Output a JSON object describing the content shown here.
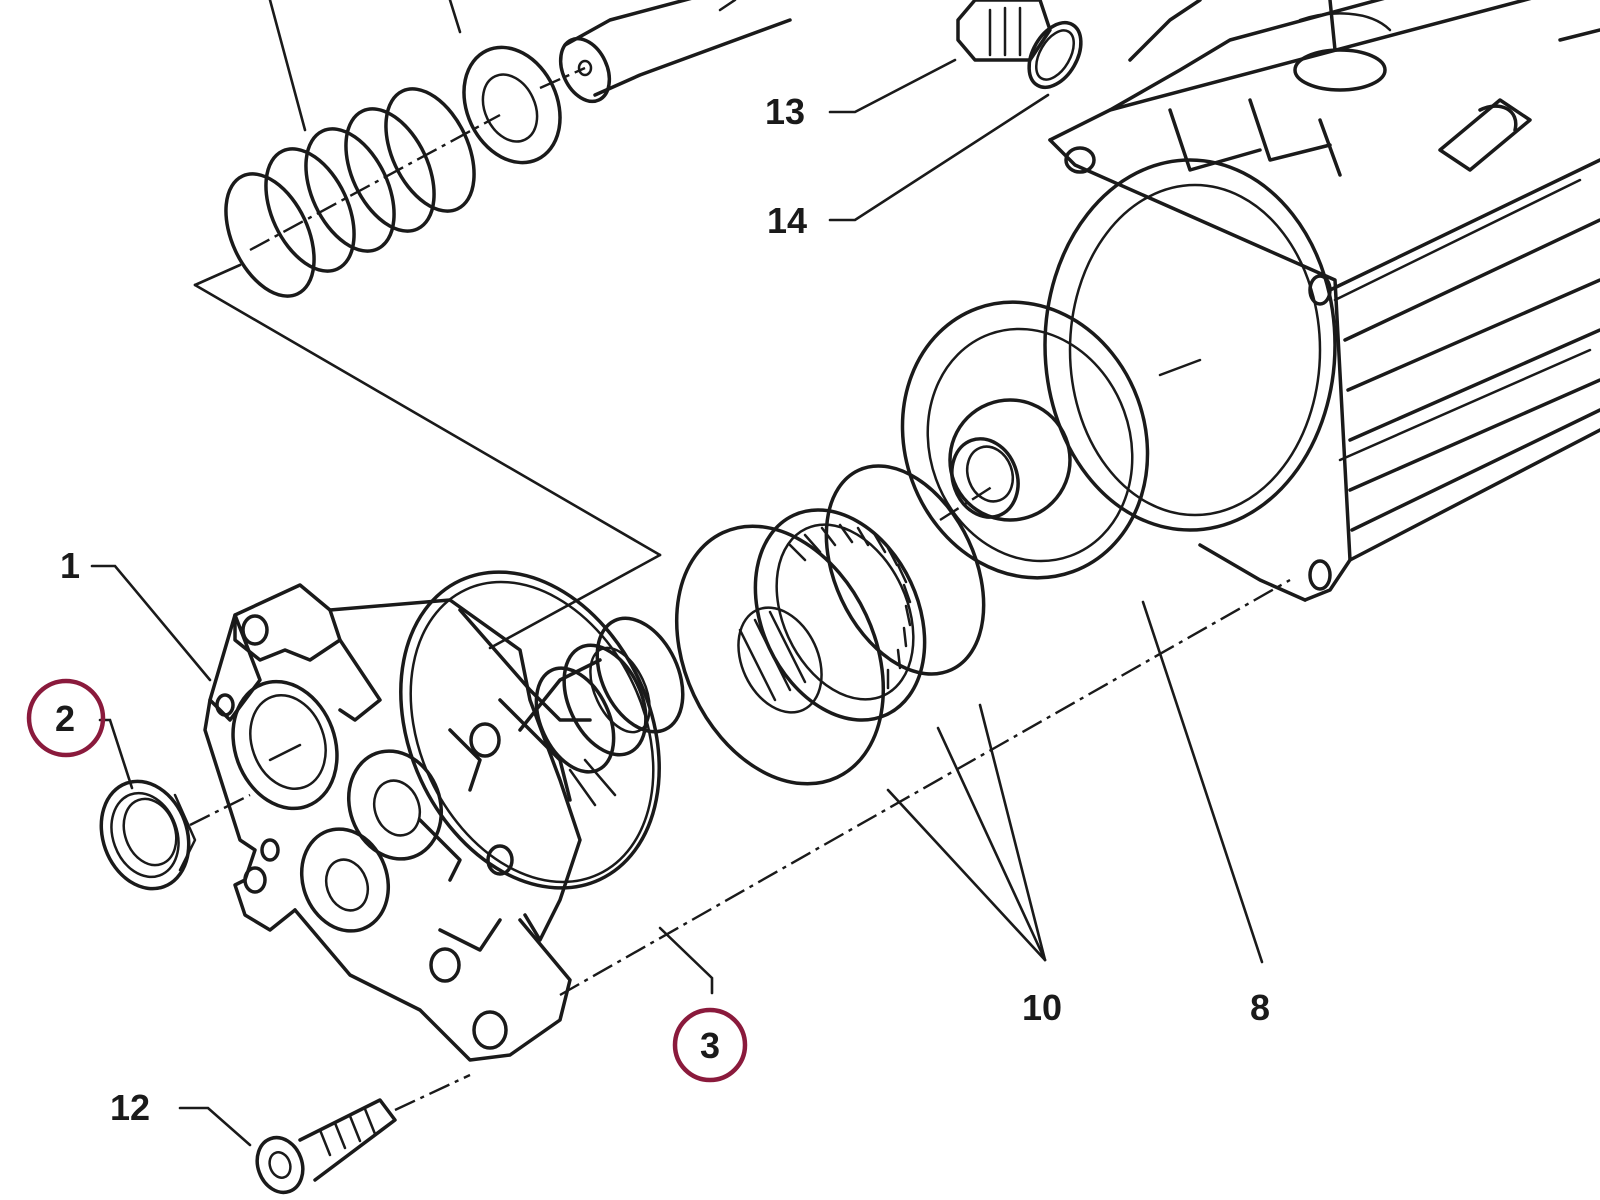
{
  "diagram": {
    "colors": {
      "line": "#1a1a1a",
      "highlight": "#8a1a3c",
      "background": "#ffffff"
    },
    "callouts": [
      {
        "id": "1",
        "label": "1",
        "highlighted": false
      },
      {
        "id": "2",
        "label": "2",
        "highlighted": true
      },
      {
        "id": "3",
        "label": "3",
        "highlighted": true
      },
      {
        "id": "8",
        "label": "8",
        "highlighted": false
      },
      {
        "id": "10",
        "label": "10",
        "highlighted": false
      },
      {
        "id": "12",
        "label": "12",
        "highlighted": false
      },
      {
        "id": "13",
        "label": "13",
        "highlighted": false
      },
      {
        "id": "14",
        "label": "14",
        "highlighted": false
      }
    ]
  }
}
